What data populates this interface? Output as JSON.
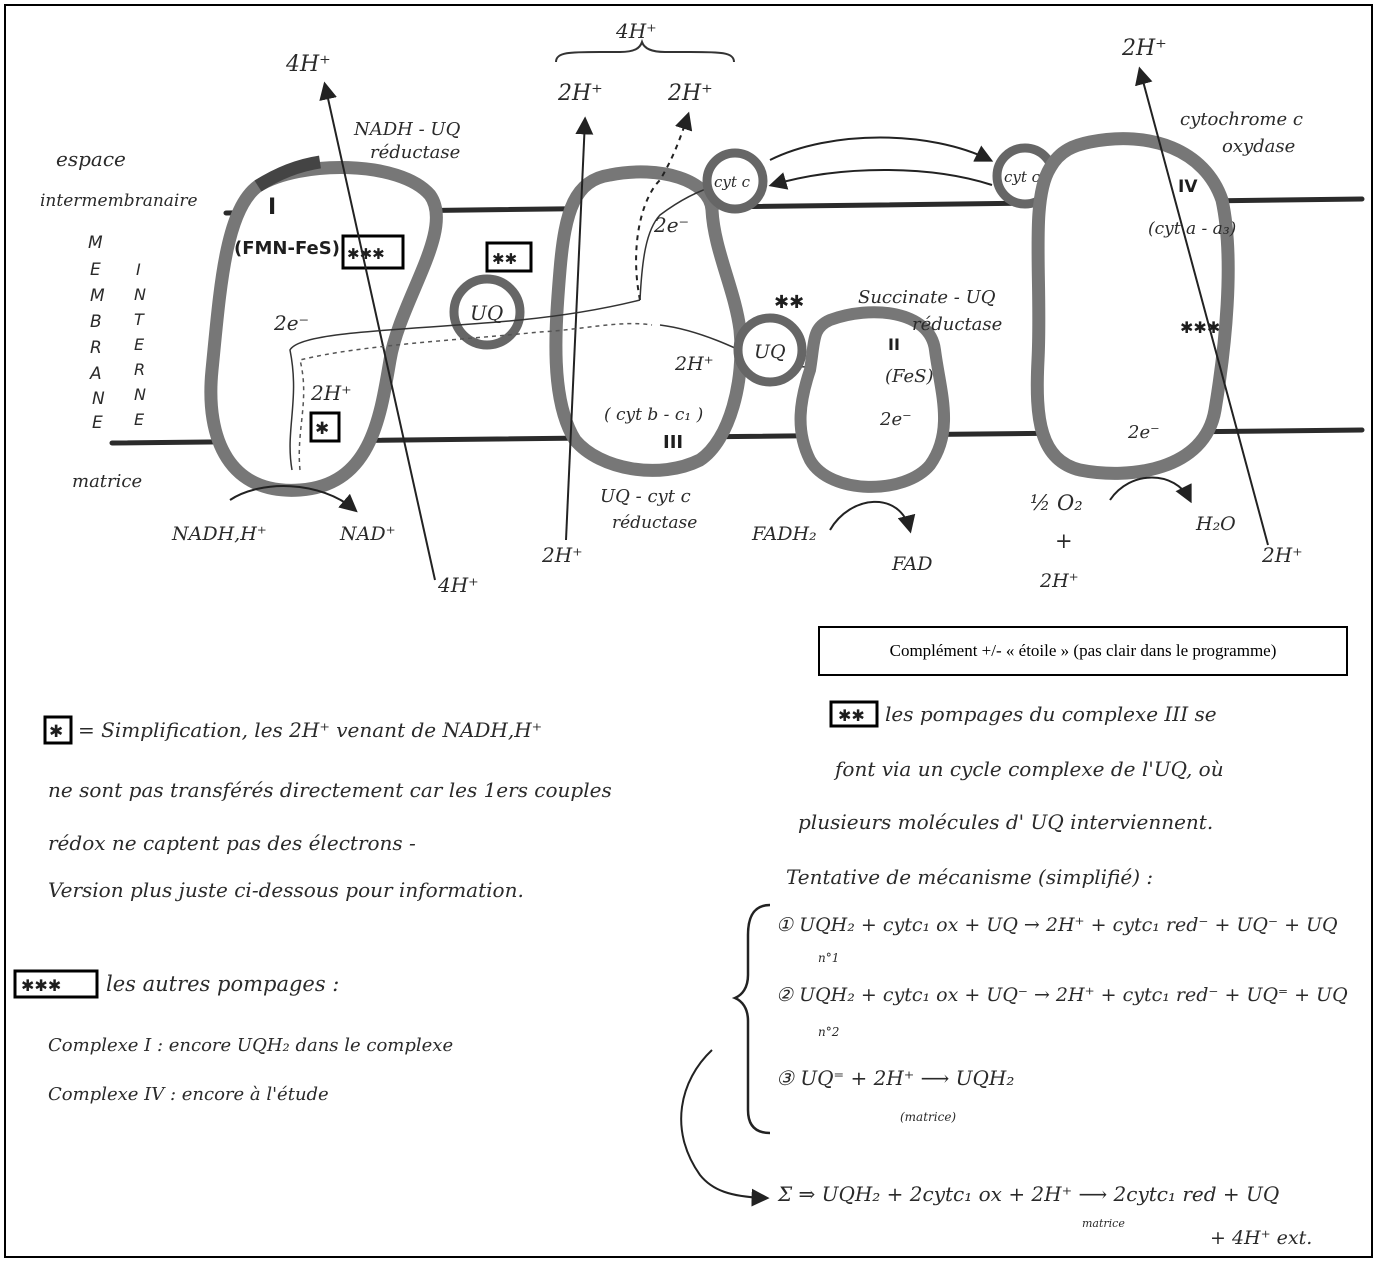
{
  "diagram": {
    "regions": {
      "intermembrane_line1": "espace",
      "intermembrane_line2": "intermembranaire",
      "membrane_letters_left": [
        "M",
        "E",
        "M",
        "B",
        "R",
        "A",
        "N",
        "E"
      ],
      "membrane_letters_right": [
        "I",
        "N",
        "T",
        "E",
        "R",
        "N",
        "E"
      ],
      "matrix": "matrice"
    },
    "complex1": {
      "name_line1": "NADH - UQ",
      "name_line2": "réductase",
      "numeral": "I",
      "cofactor": "(FMN-FeS)",
      "proton_top": "4H⁺",
      "proton_bottom": "4H⁺",
      "protons_released": "2H⁺",
      "electrons": "2e⁻",
      "substrate": "NADH,H⁺",
      "product": "NAD⁺",
      "star_marker": "✱",
      "triple_star_marker": "✱✱✱"
    },
    "uq_top": {
      "label": "UQ",
      "marker": "✱✱"
    },
    "complex3": {
      "bracket_label": "4H⁺",
      "proton_left_top": "2H⁺",
      "proton_right_top": "2H⁺",
      "proton_bottom": "2H⁺",
      "proton_mid": "2H⁺",
      "electrons": "2e⁻",
      "cofactor": "( cyt b - c₁ )",
      "numeral": "III",
      "name_line1": "UQ - cyt c",
      "name_line2": "réductase"
    },
    "cytc_left": "cyt c",
    "cytc_right": "cyt c",
    "uq_bottom": {
      "label": "UQ",
      "marker": "✱✱"
    },
    "complex2": {
      "name_line1": "Succinate - UQ",
      "name_line2": "réductase",
      "numeral": "II",
      "cofactor": "(FeS)",
      "electrons": "2e⁻",
      "substrate": "FADH₂",
      "product": "FAD"
    },
    "complex4": {
      "name_line1": "cytochrome c",
      "name_line2": "oxydase",
      "numeral": "IV",
      "cofactor": "(cyt a - a₃)",
      "marker": "✱✱✱",
      "proton_top": "2H⁺",
      "proton_bottom": "2H⁺",
      "electrons": "2e⁻",
      "oxygen": "½ O₂",
      "plus": "+",
      "protons_in": "2H⁺",
      "water": "H₂O"
    }
  },
  "complement_box": "Complément +/- « étoile » (pas clair dans le programme)",
  "notes": {
    "star_note_marker": "✱",
    "star_note": [
      "= Simplification, les 2H⁺ venant de NADH,H⁺",
      "ne sont pas transférés directement car les 1ers couples",
      "rédox ne captent pas des électrons -",
      "Version plus juste ci-dessous pour information."
    ],
    "triple_marker": "✱✱✱",
    "triple_title": "les autres pompages :",
    "triple_lines": [
      "Complexe I : encore UQH₂ dans le complexe",
      "Complexe IV : encore à l'étude"
    ],
    "double_marker": "✱✱",
    "double_lines": [
      "les pompages du complexe III se",
      "font via un cycle complexe de l'UQ, où",
      "plusieurs molécules d' UQ interviennent."
    ],
    "mechanism_title": "Tentative de mécanisme (simplifié) :",
    "eq1": "① UQH₂ + cytc₁ ox + UQ → 2H⁺ + cytc₁ red⁻ + UQ⁻ + UQ",
    "eq1_sub": "n°1",
    "eq2": "② UQH₂ + cytc₁ ox + UQ⁻ → 2H⁺ + cytc₁ red⁻ + UQ⁼ + UQ",
    "eq2_sub": "n°2",
    "eq3": "③ UQ⁼ + 2H⁺ ⟶ UQH₂",
    "eq3_sub": "(matrice)",
    "sum": "Σ ⇒ UQH₂ + 2cytc₁ ox + 2H⁺ ⟶ 2cytc₁ red + UQ",
    "sum_sub": "matrice",
    "sum_line2": "+ 4H⁺ ext."
  }
}
